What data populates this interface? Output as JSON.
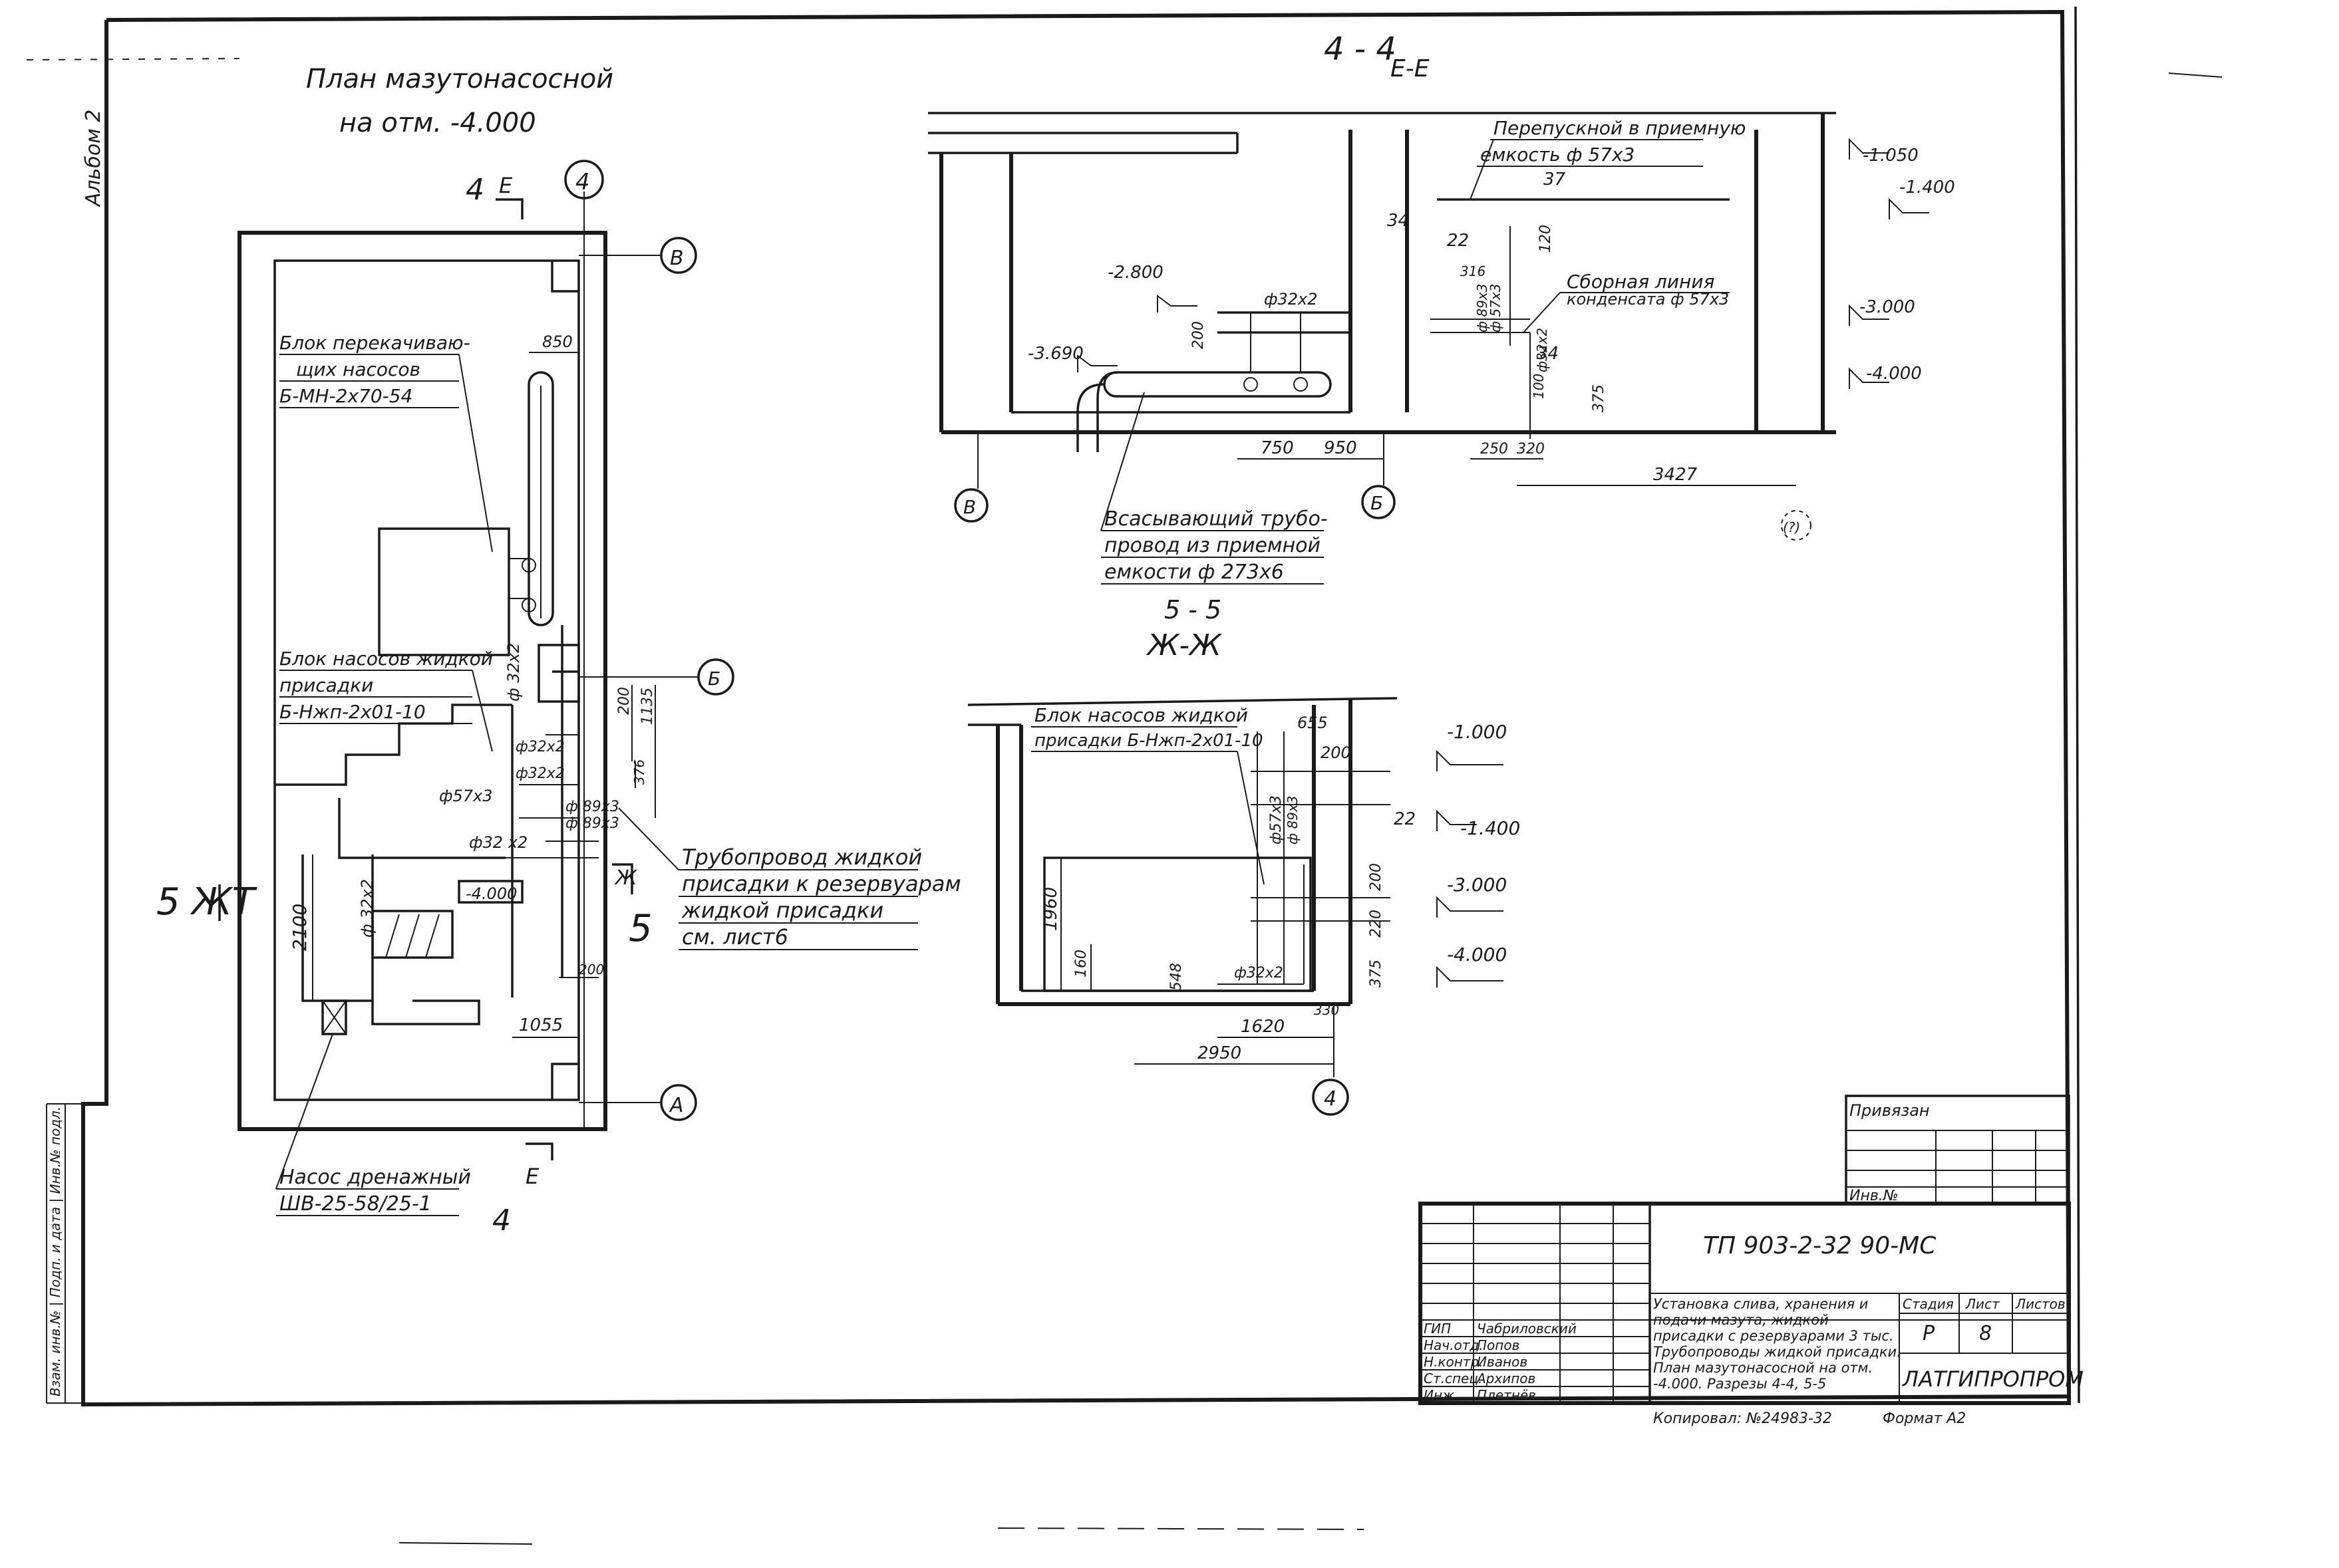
{
  "album_label": "Альбом 2",
  "plan": {
    "title_line1": "План мазутонасосной",
    "title_line2": "на отм. -4.000",
    "section_mark_top": "4",
    "section_mark_top_letter": "Е",
    "section_mark_bottom": "4",
    "section_mark_bottom_letter": "Е",
    "side_mark_left": "5 ЖТ",
    "side_mark_right_letter": "Ж",
    "side_mark_right_num": "5",
    "axis_4": "4",
    "axis_V": "В",
    "axis_B": "Б",
    "axis_A": "А",
    "level_tag": "-4.000",
    "labels": {
      "pump_block_1": "Блок перекачиваю-",
      "pump_block_2": "щих насосов",
      "pump_block_3": "Б-МН-2х70-54",
      "additive_block_1": "Блок насосов жидкой",
      "additive_block_2": "присадки",
      "additive_block_3": "Б-Нжп-2х01-10",
      "pipeline_1": "Трубопровод жидкой",
      "pipeline_2": "присадки к резервуарам",
      "pipeline_3": "жидкой присадки",
      "pipeline_4": "см. лист6",
      "drain_1": "Насос дренажный",
      "drain_2": "ШВ-25-58/25-1"
    },
    "dims": {
      "d850": "850",
      "d200a": "200",
      "d1135": "1135",
      "d376": "376",
      "d2100": "2100",
      "d200b": "200",
      "d1055": "1055",
      "p32_v": "ф 32х2",
      "p32_a": "ф32х2",
      "p32_b": "ф32х2",
      "p57": "ф57х3",
      "p89a": "ф 89х3",
      "p89b": "ф 89х3",
      "p32_c": "ф32 х2",
      "p32_d": "ф 32х2"
    }
  },
  "section_ee": {
    "title_num": "4 - 4",
    "title_letter": "Е-Е",
    "axis_V": "В",
    "axis_B": "Б",
    "axis_unk": "(?)",
    "labels": {
      "overflow_1": "Перепускной в приемную",
      "overflow_2": "емкость ф 57х3",
      "collector_1": "Сборная линия",
      "collector_2": "конденсата ф 57х3",
      "suction_1": "Всасывающий трубо-",
      "suction_2": "провод из приемной",
      "suction_3": "емкости ф 273х6"
    },
    "levels": [
      "-1.050",
      "-1.400",
      "-2.800",
      "-3.000",
      "-3.690",
      "-4.000"
    ],
    "dims": {
      "d37": "37",
      "d34a": "34",
      "d22": "22",
      "d120": "120",
      "d316": "316",
      "d200": "200",
      "p32": "ф32х2",
      "p89": "ф 89х3",
      "p57": "ф 57х3",
      "d34b": "34",
      "p32b": "ф32х2",
      "d100": "100",
      "d375": "375",
      "d750": "750",
      "d950": "950",
      "d250": "250",
      "d320": "320",
      "d3427": "3427"
    }
  },
  "section_zz": {
    "title_num": "5 - 5",
    "title_letter": "Ж-Ж",
    "axis_4": "4",
    "labels": {
      "block_1": "Блок насосов жидкой",
      "block_2": "присадки Б-Нжп-2х01-10"
    },
    "levels": [
      "-1.000",
      "-1.400",
      "-3.000",
      "-4.000"
    ],
    "dims": {
      "d655": "655",
      "d200a": "200",
      "p57": "ф57х3",
      "p89": "ф 89х3",
      "d22": "22",
      "d200b": "200",
      "d220": "220",
      "d375": "375",
      "d1960": "1960",
      "d160": "160",
      "d548": "548",
      "p32": "ф32х2",
      "d1620": "1620",
      "d330": "330",
      "d2950": "2950"
    }
  },
  "title_block": {
    "privyazan": "Привязан",
    "inv_no": "Инв.№",
    "doc_code": "ТП 903-2-32 90-МС",
    "description": [
      "Установка слива, хранения и",
      "подачи мазута, жидкой",
      "присадки с резервуарами 3 тыс.",
      "Трубопроводы жидкой присадки.",
      "План мазутонасосной на отм.",
      "-4.000. Разрезы 4-4, 5-5"
    ],
    "col_stage": "Стадия",
    "col_sheet": "Лист",
    "col_sheets": "Листов",
    "stage": "Р",
    "sheet": "8",
    "org": "ЛАТГИПРОПРОМ",
    "copy_line": "Копировал: №24983-32",
    "format": "Формат А2",
    "roles": [
      "ГИП",
      "Нач.отд.",
      "Н.контр.",
      "Ст.спец.",
      "Инж."
    ],
    "names": [
      "Чабриловский",
      "Попов",
      "Иванов",
      "Архипов",
      "Плетнёв"
    ],
    "side_stamp": "Взам. инв.№ | Подп. и дата | Инв.№ подл."
  }
}
